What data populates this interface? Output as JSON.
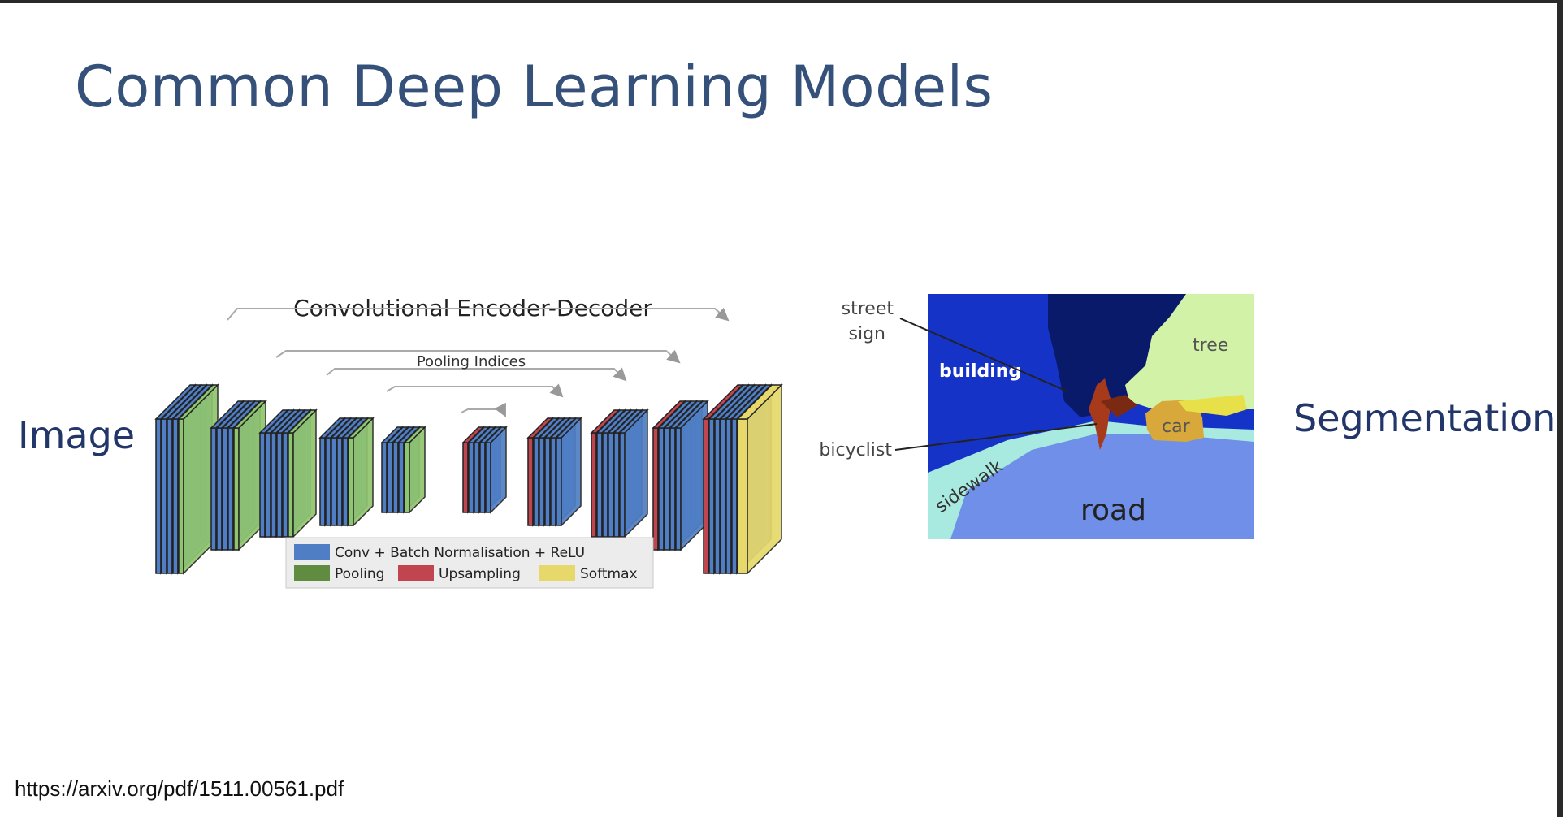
{
  "slide": {
    "title": "Common Deep Learning Models",
    "input_label": "Image",
    "output_label": "Segmentation",
    "source_url": "https://arxiv.org/pdf/1511.00561.pdf"
  },
  "architecture": {
    "title": "Convolutional Encoder-Decoder",
    "skip_label": "Pooling Indices",
    "legend": [
      {
        "label": "Conv + Batch Normalisation + ReLU",
        "color": "#4f7ec4"
      },
      {
        "label": "Pooling",
        "color": "#5f8c3e"
      },
      {
        "label": "Upsampling",
        "color": "#c0454e"
      },
      {
        "label": "Softmax",
        "color": "#e6d86a"
      }
    ]
  },
  "segmentation": {
    "labels": [
      "street sign",
      "building",
      "tree",
      "bicyclist",
      "car",
      "sidewalk",
      "road"
    ],
    "callouts": {
      "street_sign_line1": "street",
      "street_sign_line2": "sign",
      "bicyclist": "bicyclist"
    }
  },
  "colors": {
    "title": "#35517a",
    "side_label": "#22366a",
    "conv": "#4f7ec4",
    "pool": "#8fc56e",
    "upsample": "#c0454e",
    "softmax": "#e6d86a",
    "building": "#1633c8",
    "sky": "#0a1a6b",
    "tree": "#d2f2a8",
    "road": "#6f8fe8",
    "sidewalk": "#a8eae0",
    "car": "#d8a83a",
    "bicyclist": "#a63a1a"
  }
}
